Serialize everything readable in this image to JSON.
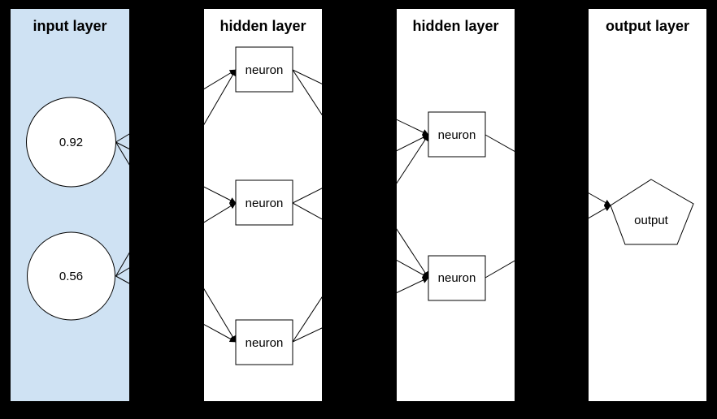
{
  "diagram": {
    "type": "neural-network",
    "colors": {
      "background": "#000000",
      "input_panel_fill": "#cfe2f3",
      "panel_fill": "#ffffff",
      "stroke": "#000000",
      "text": "#000000"
    },
    "layers": [
      {
        "id": "input-layer",
        "title": "input layer"
      },
      {
        "id": "hidden-layer-1",
        "title": "hidden layer"
      },
      {
        "id": "hidden-layer-2",
        "title": "hidden layer"
      },
      {
        "id": "output-layer",
        "title": "output layer"
      }
    ],
    "nodes": [
      {
        "id": "input-1",
        "layer": "input-layer",
        "shape": "circle",
        "label": "0.92"
      },
      {
        "id": "input-2",
        "layer": "input-layer",
        "shape": "circle",
        "label": "0.56"
      },
      {
        "id": "hidden1-neuron-1",
        "layer": "hidden-layer-1",
        "shape": "rect",
        "label": "neuron"
      },
      {
        "id": "hidden1-neuron-2",
        "layer": "hidden-layer-1",
        "shape": "rect",
        "label": "neuron"
      },
      {
        "id": "hidden1-neuron-3",
        "layer": "hidden-layer-1",
        "shape": "rect",
        "label": "neuron"
      },
      {
        "id": "hidden2-neuron-1",
        "layer": "hidden-layer-2",
        "shape": "rect",
        "label": "neuron"
      },
      {
        "id": "hidden2-neuron-2",
        "layer": "hidden-layer-2",
        "shape": "rect",
        "label": "neuron"
      },
      {
        "id": "output-node",
        "layer": "output-layer",
        "shape": "pentagon",
        "label": "output"
      }
    ],
    "edges": [
      {
        "from": "input-1",
        "to": "hidden1-neuron-1"
      },
      {
        "from": "input-1",
        "to": "hidden1-neuron-2"
      },
      {
        "from": "input-1",
        "to": "hidden1-neuron-3"
      },
      {
        "from": "input-2",
        "to": "hidden1-neuron-1"
      },
      {
        "from": "input-2",
        "to": "hidden1-neuron-2"
      },
      {
        "from": "input-2",
        "to": "hidden1-neuron-3"
      },
      {
        "from": "hidden1-neuron-1",
        "to": "hidden2-neuron-1"
      },
      {
        "from": "hidden1-neuron-1",
        "to": "hidden2-neuron-2"
      },
      {
        "from": "hidden1-neuron-2",
        "to": "hidden2-neuron-1"
      },
      {
        "from": "hidden1-neuron-2",
        "to": "hidden2-neuron-2"
      },
      {
        "from": "hidden1-neuron-3",
        "to": "hidden2-neuron-1"
      },
      {
        "from": "hidden1-neuron-3",
        "to": "hidden2-neuron-2"
      },
      {
        "from": "hidden2-neuron-1",
        "to": "output-node"
      },
      {
        "from": "hidden2-neuron-2",
        "to": "output-node"
      }
    ]
  }
}
